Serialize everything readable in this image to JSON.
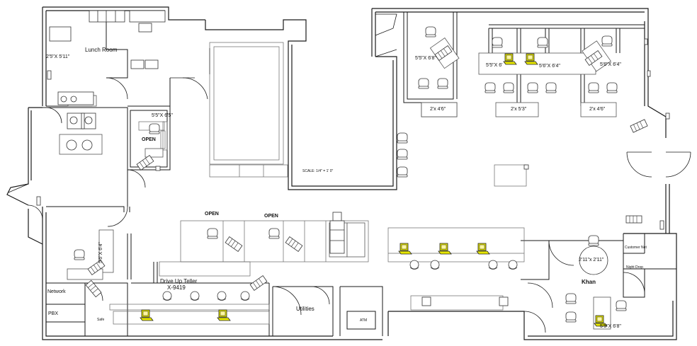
{
  "rooms": {
    "lunch_room": "Lunch Room",
    "lunch_dim": "2'5\"X 5'11\"",
    "office_dim_1": "5'5\"X 6'5\"",
    "open_1": "OPEN",
    "open_2": "OPEN",
    "open_3": "OPEN",
    "scale": "SCALE:  1/4\" = 1' 0\"",
    "office_dim_2": "5'5\"X 6'8\"",
    "office_dim_3": "5'5\"X 6'",
    "office_dim_4": "5'6\"X 6'4\"",
    "office_dim_5": "5'6\"X 6'4\"",
    "desk_dim_1": "2'x 4'6\"",
    "desk_dim_2": "2'x 5'3\"",
    "desk_dim_3": "2'x 4'6\"",
    "office_dim_6": "5'6\"X 6'4\"",
    "drive_up_teller": "Drive Up Teller",
    "drive_up_ext": "X-9419",
    "network": "Network",
    "pbx": "PBX",
    "safe": "Safe",
    "utilities": "Utilities",
    "atm": "ATM",
    "table_dim": "2'11\"x 2'11\"",
    "customer_net": "Customer Net",
    "night_drop": "Night Drop",
    "khan": "Khan",
    "office_dim_7": "5'5\"X 6'8\""
  },
  "colors": {
    "wall": "#1a1a1a",
    "desk": "#555555",
    "computer": "#e6e600",
    "glass": "#666666"
  },
  "icons": [
    "chair-icon",
    "computer-icon",
    "door-swing-icon",
    "sink-icon",
    "fire-extinguisher-icon"
  ]
}
